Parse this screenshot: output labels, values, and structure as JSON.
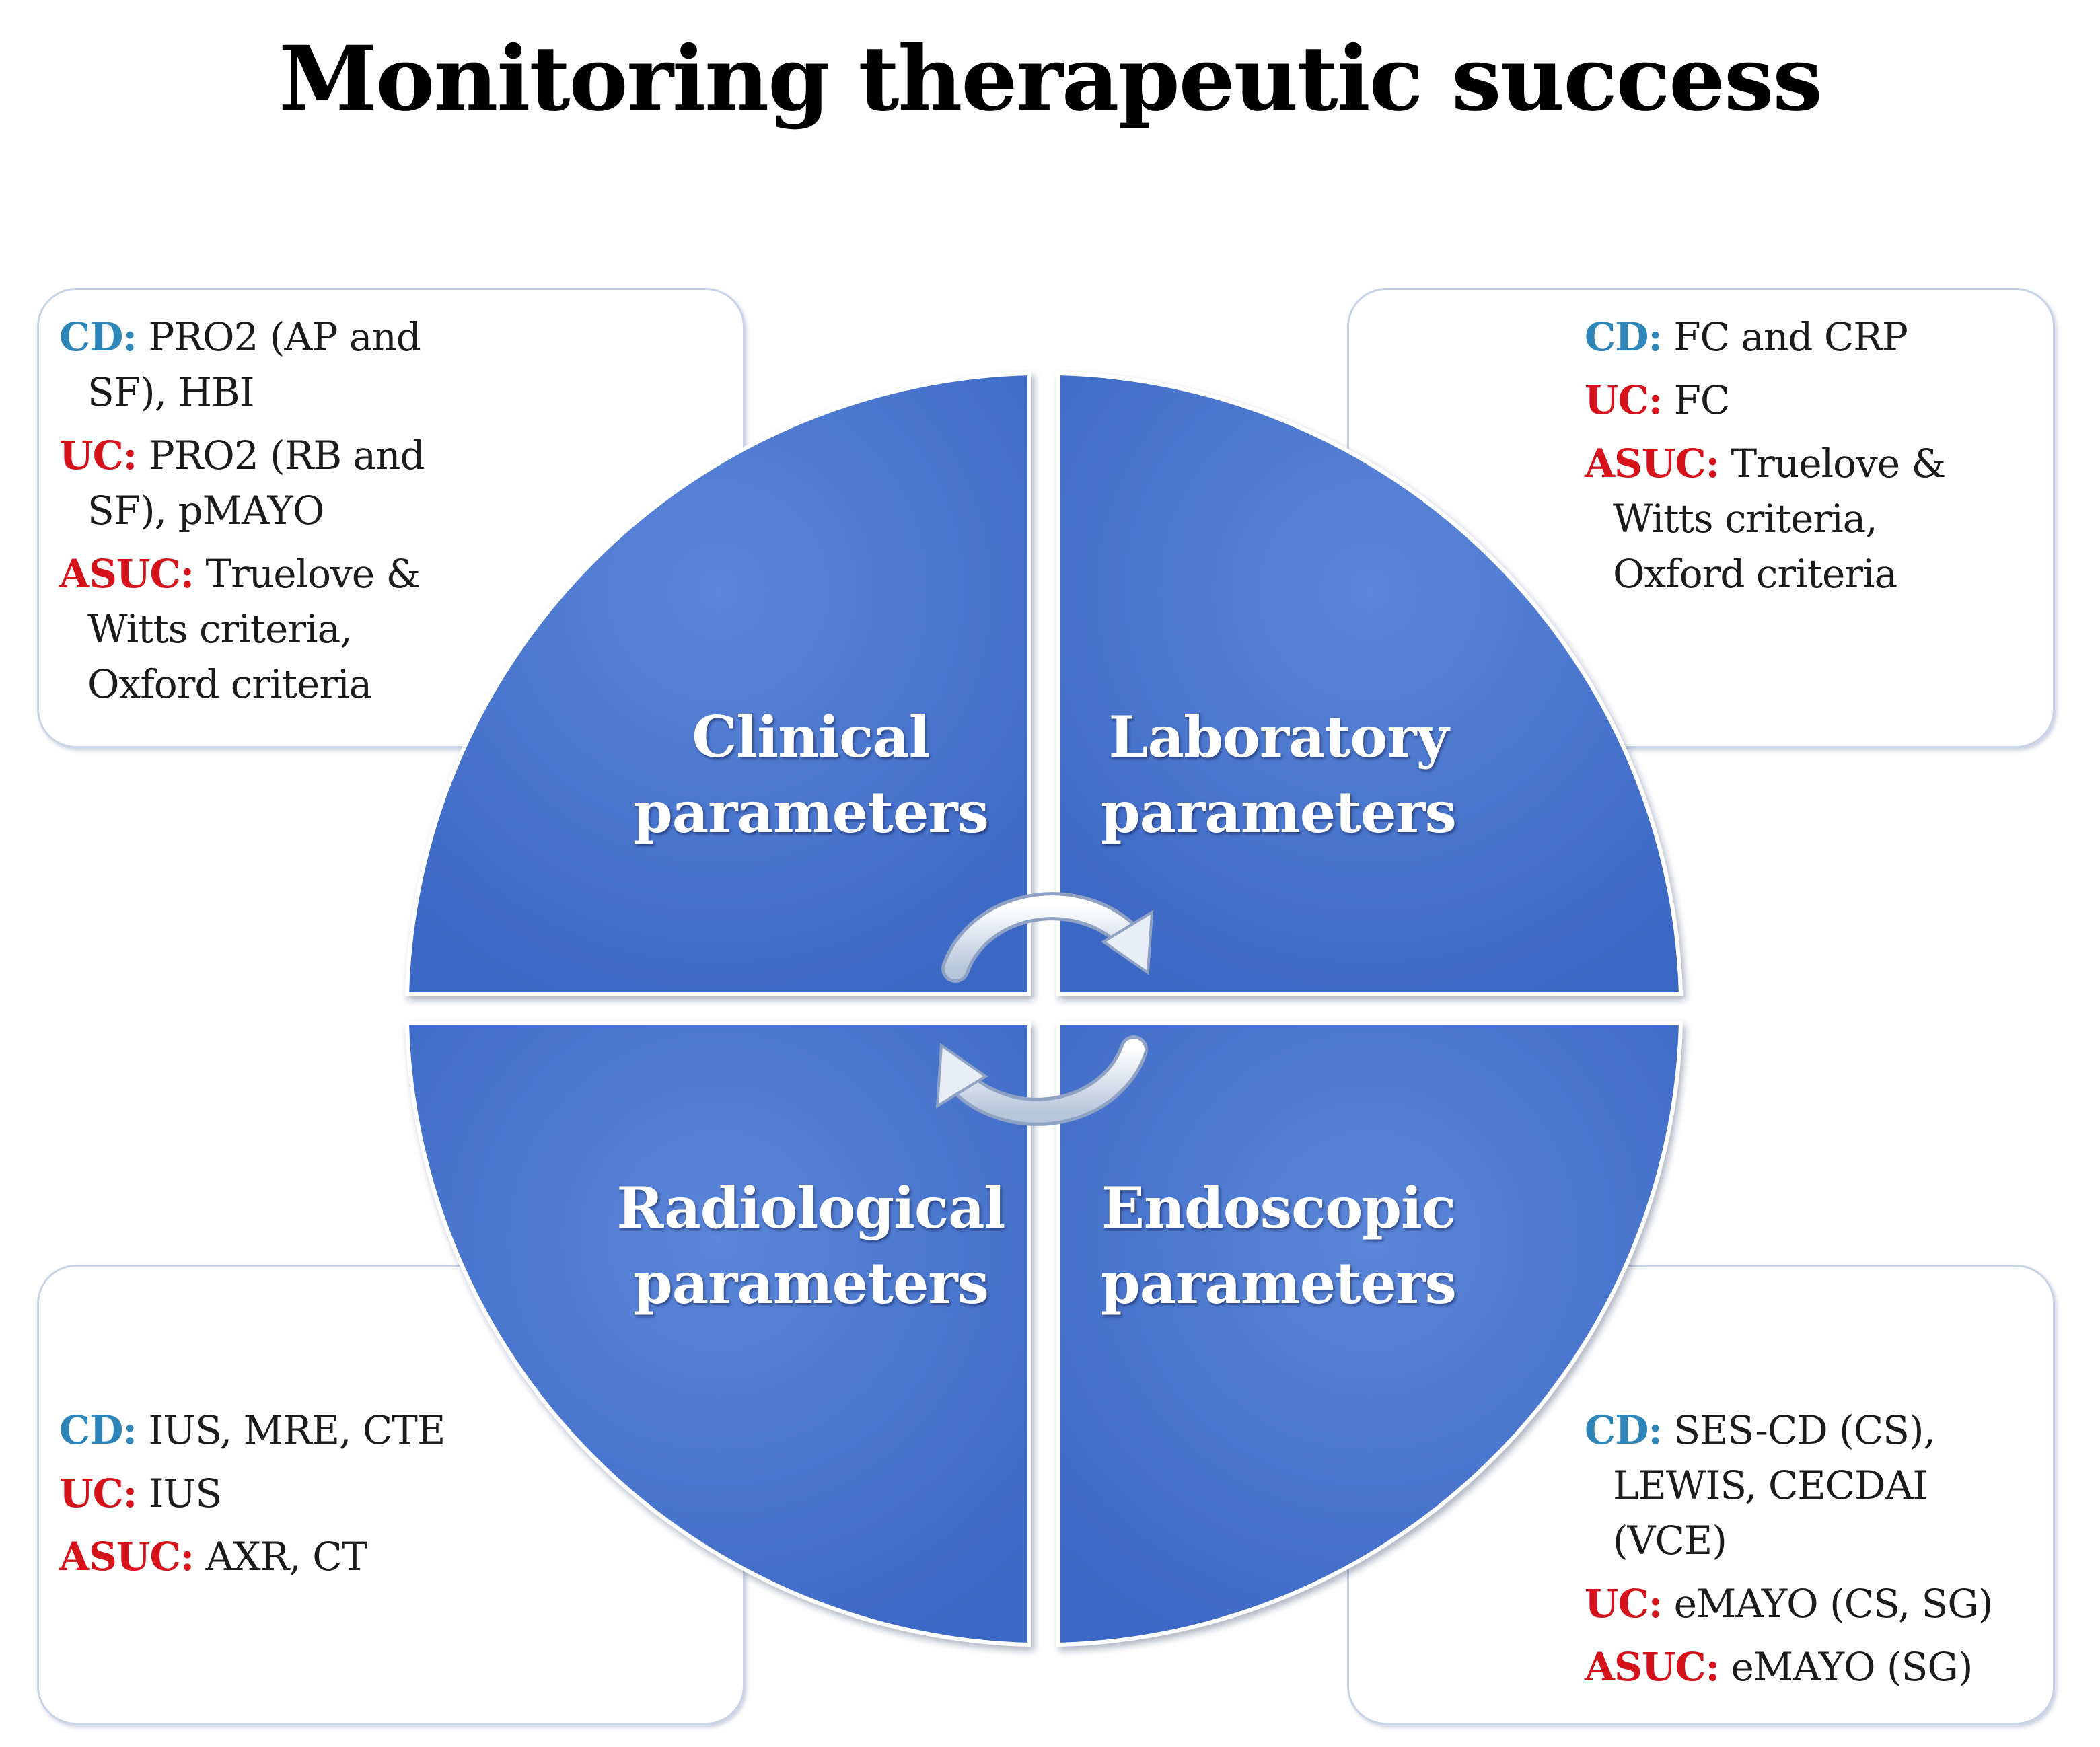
{
  "title": "Monitoring therapeutic success",
  "quadrants": [
    {
      "line1": "Clinical",
      "line2": "parameters"
    },
    {
      "line1": "Laboratory",
      "line2": "parameters"
    },
    {
      "line1": "Radiological",
      "line2": "parameters"
    },
    {
      "line1": "Endoscopic",
      "line2": "parameters"
    }
  ],
  "boxes": {
    "clinical": [
      {
        "label": "CD:",
        "text": "PRO2 (AP and",
        "cont": "SF), HBI"
      },
      {
        "label": "UC:",
        "text": "PRO2 (RB and",
        "cont": "SF), pMAYO"
      },
      {
        "label": "ASUC:",
        "text": "Truelove &",
        "cont1": "Witts criteria,",
        "cont2": "Oxford criteria"
      }
    ],
    "laboratory": [
      {
        "label": "CD:",
        "text": "FC and CRP"
      },
      {
        "label": "UC:",
        "text": "FC"
      },
      {
        "label": "ASUC:",
        "text": "Truelove &",
        "cont1": "Witts criteria,",
        "cont2": "Oxford criteria"
      }
    ],
    "radiological": [
      {
        "label": "CD:",
        "text": "IUS, MRE, CTE"
      },
      {
        "label": "UC:",
        "text": "IUS"
      },
      {
        "label": "ASUC:",
        "text": "AXR, CT"
      }
    ],
    "endoscopic": [
      {
        "label": "CD:",
        "text": "SES-CD (CS),",
        "cont1": "LEWIS, CECDAI",
        "cont2": "(VCE)"
      },
      {
        "label": "UC:",
        "text": "eMAYO (CS, SG)"
      },
      {
        "label": "ASUC:",
        "text": "eMAYO (SG)"
      }
    ]
  },
  "colors": {
    "quadrant_fill": "#3a67c4",
    "quadrant_highlight": "#5b86d8",
    "cd_label": "#2e86b8",
    "uc_label": "#d6121a",
    "asuc_label": "#d6121a",
    "box_border": "#c7d3e6"
  }
}
